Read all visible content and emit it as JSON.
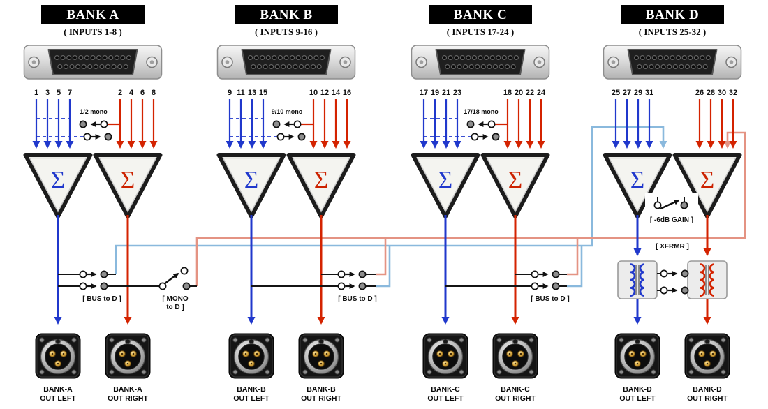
{
  "glyphs": {
    "sigma": "Σ"
  },
  "banks": [
    {
      "title": "BANK A",
      "subtitle": "( INPUTS 1-8 )",
      "inputs_left": [
        "1",
        "3",
        "5",
        "7"
      ],
      "inputs_right": [
        "2",
        "4",
        "6",
        "8"
      ],
      "mono_label": "1/2 mono",
      "bus_label": "[ BUS to D ]",
      "out_left": [
        "BANK-A",
        "OUT LEFT"
      ],
      "out_right": [
        "BANK-A",
        "OUT RIGHT"
      ]
    },
    {
      "title": "BANK B",
      "subtitle": "( INPUTS 9-16 )",
      "inputs_left": [
        "9",
        "11",
        "13",
        "15"
      ],
      "inputs_right": [
        "10",
        "12",
        "14",
        "16"
      ],
      "mono_label": "9/10 mono",
      "bus_label": "[ BUS to D ]",
      "out_left": [
        "BANK-B",
        "OUT LEFT"
      ],
      "out_right": [
        "BANK-B",
        "OUT RIGHT"
      ]
    },
    {
      "title": "BANK C",
      "subtitle": "( INPUTS 17-24 )",
      "inputs_left": [
        "17",
        "19",
        "21",
        "23"
      ],
      "inputs_right": [
        "18",
        "20",
        "22",
        "24"
      ],
      "mono_label": "17/18 mono",
      "bus_label": "[ BUS to D ]",
      "out_left": [
        "BANK-C",
        "OUT LEFT"
      ],
      "out_right": [
        "BANK-C",
        "OUT RIGHT"
      ]
    },
    {
      "title": "BANK D",
      "subtitle": "( INPUTS 25-32 )",
      "inputs_left": [
        "25",
        "27",
        "29",
        "31"
      ],
      "inputs_right": [
        "26",
        "28",
        "30",
        "32"
      ],
      "gain_label": "[ -6dB GAIN ]",
      "xfrmr_label": "[ XFRMR ]",
      "out_left": [
        "BANK-D",
        "OUT LEFT"
      ],
      "out_right": [
        "BANK-D",
        "OUT RIGHT"
      ]
    }
  ],
  "mono_to_d": {
    "line1": "[ MONO",
    "line2": "to D ]"
  },
  "colors": {
    "blue": "#2038cc",
    "red": "#d42300",
    "light_blue": "#8ab9dd",
    "salmon": "#e49383",
    "black": "#111111"
  }
}
